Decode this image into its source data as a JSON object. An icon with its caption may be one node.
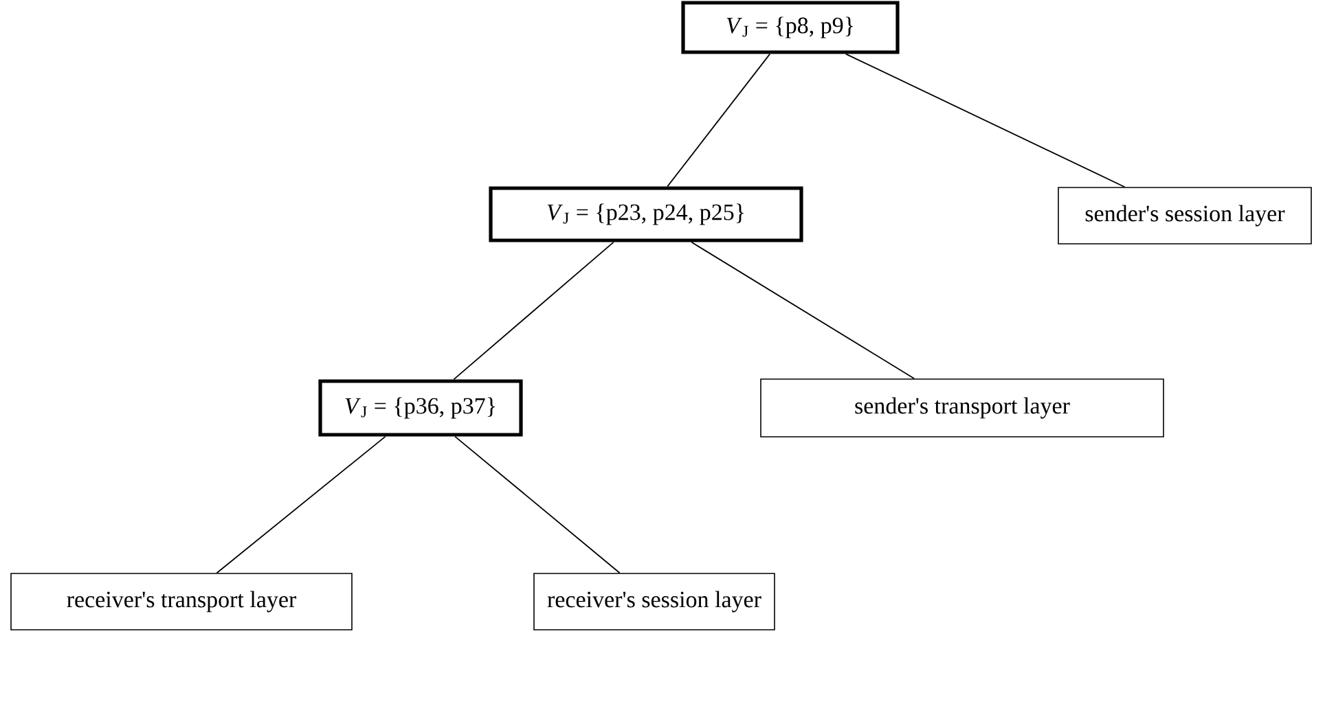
{
  "diagram": {
    "nodes": [
      {
        "text": [
          "*V*$_{J}$ = {p8, p9}"
        ]
      },
      {
        "text": [
          "sender's session layer"
        ]
      },
      {
        "text": [
          "*V*$_{J}$ = {p23, p24, p25}"
        ]
      },
      {
        "text": [
          "sender's transport layer"
        ]
      },
      {
        "text": [
          "*V*$_{J}$ = {p36, p37}"
        ]
      },
      {
        "text": [
          "receiver's transport layer"
        ]
      },
      {
        "text": [
          "receiver's session layer"
        ]
      }
    ],
    "edges": [
      {
        "from": 0,
        "to": 2,
        "arrow": "none"
      },
      {
        "from": 0,
        "to": 1,
        "arrow": "none"
      },
      {
        "from": 2,
        "to": 4,
        "arrow": "none"
      },
      {
        "from": 2,
        "to": 3,
        "arrow": "none"
      },
      {
        "from": 4,
        "to": 5,
        "arrow": "none"
      },
      {
        "from": 4,
        "to": 6,
        "arrow": "none"
      }
    ]
  }
}
